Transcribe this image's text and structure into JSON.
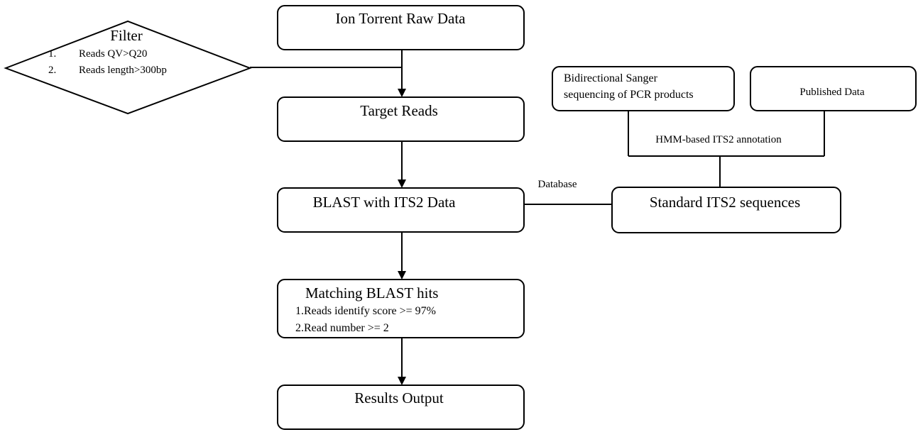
{
  "filter": {
    "title": "Filter",
    "items": [
      {
        "num": "1.",
        "text": "Reads QV>Q20"
      },
      {
        "num": "2.",
        "text": "Reads length>300bp"
      }
    ]
  },
  "nodes": {
    "raw_data": "Ion Torrent Raw Data",
    "target_reads": "Target Reads",
    "blast": "BLAST with ITS2 Data",
    "matching": {
      "title": "Matching BLAST hits",
      "criteria": [
        "1.Reads identify score >= 97%",
        "2.Read number >= 2"
      ]
    },
    "results": "Results Output",
    "sanger": [
      "Bidirectional Sanger",
      "sequencing of PCR products"
    ],
    "published": "Published Data",
    "standard_its2": "Standard ITS2 sequences"
  },
  "edge_labels": {
    "hmm": "HMM-based ITS2 annotation",
    "database": "Database"
  }
}
